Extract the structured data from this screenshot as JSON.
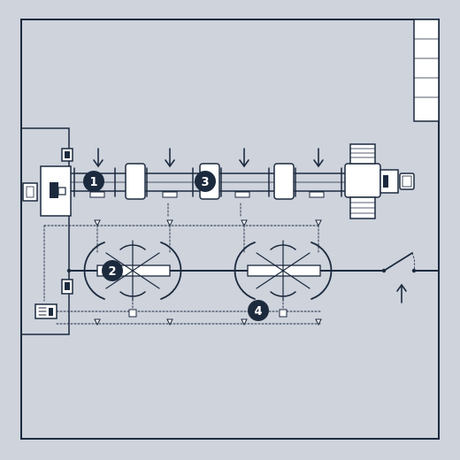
{
  "colors": {
    "background": "#ced3dc",
    "line": "#1c2a3e",
    "fill": "#ffffff",
    "badge": "#1c2a3e",
    "badge_text": "#ffffff"
  },
  "callouts": [
    {
      "id": "1",
      "label": "1"
    },
    {
      "id": "2",
      "label": "2"
    },
    {
      "id": "3",
      "label": "3"
    },
    {
      "id": "4",
      "label": "4"
    }
  ],
  "icons": {
    "flow_arrow": "arrow-down-icon",
    "entry_arrow": "arrow-up-icon",
    "workstation": "desk-chair-icon",
    "door": "door-swing-icon"
  }
}
